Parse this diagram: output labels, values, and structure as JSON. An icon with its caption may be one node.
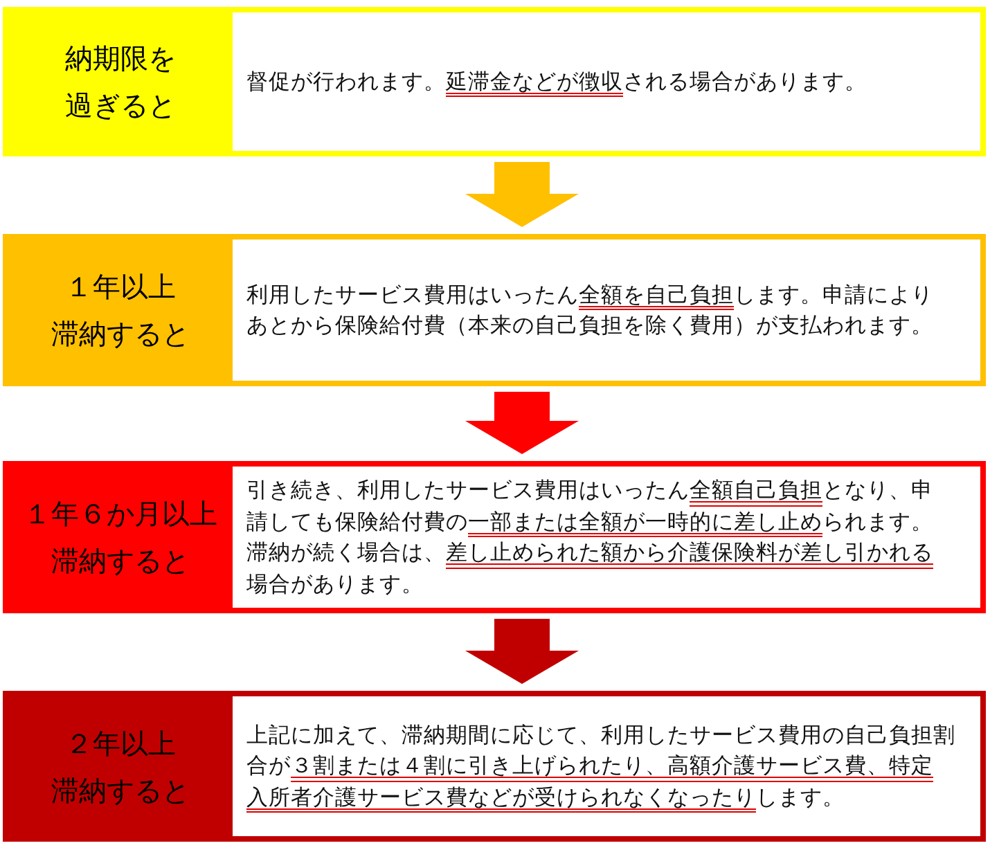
{
  "diagram": {
    "nodes": [
      {
        "text": [
          "納期限を過ぎると",
          "督促が行われます。**延滞金などが徴収**される場合があります。"
        ]
      },
      {
        "text": [
          "１年以上滞納すると",
          "利用したサービス費用はいったん**全額を自己負担**します。申請によりあとから保険給付費（本来の自己負担を除く費用）が支払われます。"
        ]
      },
      {
        "text": [
          "１年６か月以上滞納すると",
          "引き続き、利用したサービス費用はいったん**全額自己負担**となり、申請しても保険給付費の**一部または全額が一時的に差し止め**られます。滞納が続く場合は、**差し止められた額から介護保険料が差し引かれる**場合があります。"
        ]
      },
      {
        "text": [
          "２年以上滞納すると",
          "上記に加えて、滞納期間に応じて、利用したサービス費用の自己負担割合が**３割または４割に引き上げられたり、高額介護サービス費、特定入所者介護サービス費などが受けられなくなったり**します。"
        ]
      }
    ],
    "edges": [
      {
        "from": 0,
        "to": 1,
        "arrow": "to",
        "color": "#ffc000"
      },
      {
        "from": 1,
        "to": 2,
        "arrow": "to",
        "color": "#ff0000"
      },
      {
        "from": 2,
        "to": 3,
        "arrow": "to",
        "color": "#c00000"
      }
    ]
  }
}
